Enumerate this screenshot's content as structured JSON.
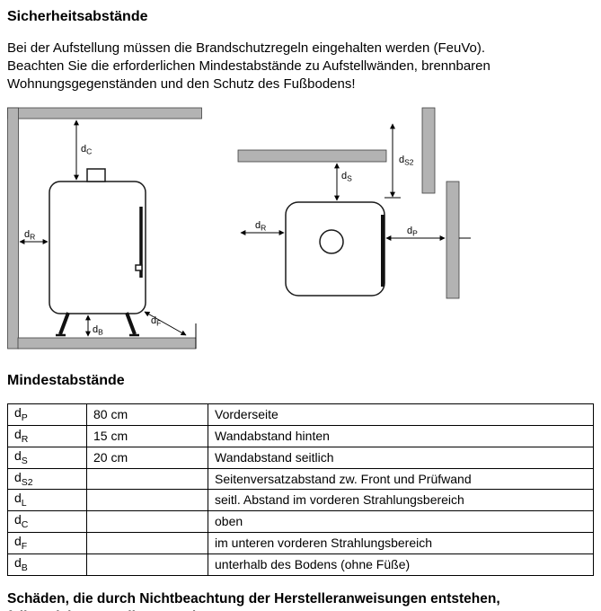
{
  "doc": {
    "title": "Sicherheitsabstände",
    "intro": "Bei der Aufstellung müssen die Brandschutzregeln eingehalten werden (FeuVo).\nBeachten Sie die erforderlichen Mindestabstände zu Aufstellwänden, brennbaren\nWohnungsgegenständen und den Schutz des Fußbodens!",
    "table_heading": "Mindestabstände",
    "warning": "Schäden, die durch Nichtbeachtung der Herstelleranweisungen entstehen,\nfallen nicht unter die Garantie!"
  },
  "figure": {
    "prefix": "d",
    "front": {
      "c": "C",
      "r": "R",
      "b": "B",
      "f": "F"
    },
    "top": {
      "s": "S",
      "s2": "S2",
      "r": "R",
      "p": "P"
    }
  },
  "table": {
    "rows": [
      {
        "sym": "d",
        "sub": "P",
        "value": "80 cm",
        "desc": "Vorderseite"
      },
      {
        "sym": "d",
        "sub": "R",
        "value": "15 cm",
        "desc": "Wandabstand hinten"
      },
      {
        "sym": "d",
        "sub": "S",
        "value": "20 cm",
        "desc": "Wandabstand seitlich"
      },
      {
        "sym": "d",
        "sub": "S2",
        "value": "",
        "desc": "Seitenversatzabstand zw. Front und Prüfwand"
      },
      {
        "sym": "d",
        "sub": "L",
        "value": "",
        "desc": "seitl. Abstand im vorderen Strahlungsbereich"
      },
      {
        "sym": "d",
        "sub": "C",
        "value": "",
        "desc": "oben"
      },
      {
        "sym": "d",
        "sub": "F",
        "value": "",
        "desc": "im unteren vorderen Strahlungsbereich"
      },
      {
        "sym": "d",
        "sub": "B",
        "value": "",
        "desc": "unterhalb des Bodens (ohne Füße)"
      }
    ]
  }
}
